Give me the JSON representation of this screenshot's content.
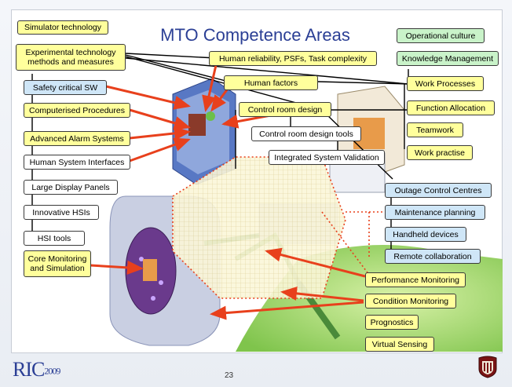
{
  "title": "MTO Competence Areas",
  "page_number": "23",
  "logo": {
    "text": "RIC",
    "year": "2009"
  },
  "left_column": {
    "simulator": "Simulator technology",
    "experimental": "Experimental technology methods and measures",
    "safety_sw": "Safety critical SW",
    "procedures": "Computerised Procedures",
    "alarms": "Advanced Alarm Systems",
    "hsi": "Human System Interfaces",
    "large_display": "Large Display Panels",
    "innovative_hsi": "Innovative HSIs",
    "hsi_tools": "HSI tools",
    "core_monitoring": "Core Monitoring and Simulation"
  },
  "center": {
    "human_reliability": "Human reliability, PSFs, Task complexity",
    "human_factors": "Human factors",
    "control_room_design": "Control room design",
    "control_room_tools": "Control room design tools",
    "isv": "Integrated System Validation"
  },
  "right_column": {
    "operational_culture": "Operational culture",
    "knowledge_mgmt": "Knowledge Management",
    "work_processes": "Work Processes",
    "function_allocation": "Function Allocation",
    "teamwork": "Teamwork",
    "work_practise": "Work practise",
    "outage": "Outage Control Centres",
    "maintenance": "Maintenance planning",
    "handheld": "Handheld devices",
    "remote": "Remote collaboration"
  },
  "bottom_right": {
    "performance": "Performance Monitoring",
    "condition": "Condition Monitoring",
    "prognostics": "Prognostics",
    "virtual_sensing": "Virtual Sensing"
  },
  "colors": {
    "yellow_box": "#ffff9c",
    "blue_box": "#cfe6f7",
    "green_box": "#c9f3c9",
    "arrow_red": "#e8401c",
    "title_blue": "#2b3f95"
  }
}
